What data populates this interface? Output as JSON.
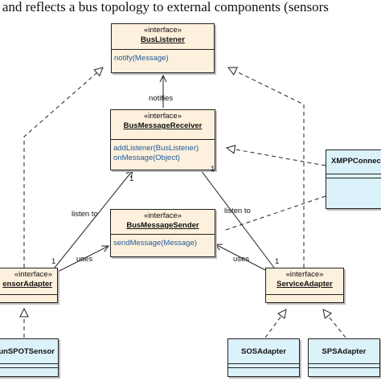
{
  "caption": "s and reflects a bus topology to external components (sensors",
  "nodes": {
    "bus_listener": {
      "stereotype": "«interface»",
      "name": "BusListener",
      "ops": [
        "notify(Message)"
      ]
    },
    "bus_message_receiver": {
      "stereotype": "«interface»",
      "name": "BusMessageReceiver",
      "ops": [
        "addListener(BusListener)",
        "onMessage(Object)"
      ]
    },
    "bus_message_sender": {
      "stereotype": "«interface»",
      "name": "BusMessageSender",
      "ops": [
        "sendMessage(Message)"
      ]
    },
    "sensor_adapter": {
      "stereotype": "«interface»",
      "name": "ensorAdapter"
    },
    "service_adapter": {
      "stereotype": "«interface»",
      "name": "ServiceAdapter"
    },
    "xmpp_connector": {
      "name": "XMPPConnec"
    },
    "sunspot_sensor": {
      "name": "unSPOTSensor"
    },
    "sos_adapter": {
      "name": "SOSAdapter"
    },
    "sps_adapter": {
      "name": "SPSAdapter"
    }
  },
  "edges": {
    "notifies": "notifies",
    "listen_to_left": "listen to",
    "listen_to_right": "listen to",
    "uses_left": "uses",
    "uses_right": "uses",
    "mult_receiver": "1",
    "mult_sensor": "1",
    "mult_service": "1",
    "mult_receiver_right": "1"
  },
  "colors": {
    "interface_fill": "#fdf0dc",
    "class_fill": "#dcf2fb",
    "operation_text": "#1d5a9a"
  }
}
